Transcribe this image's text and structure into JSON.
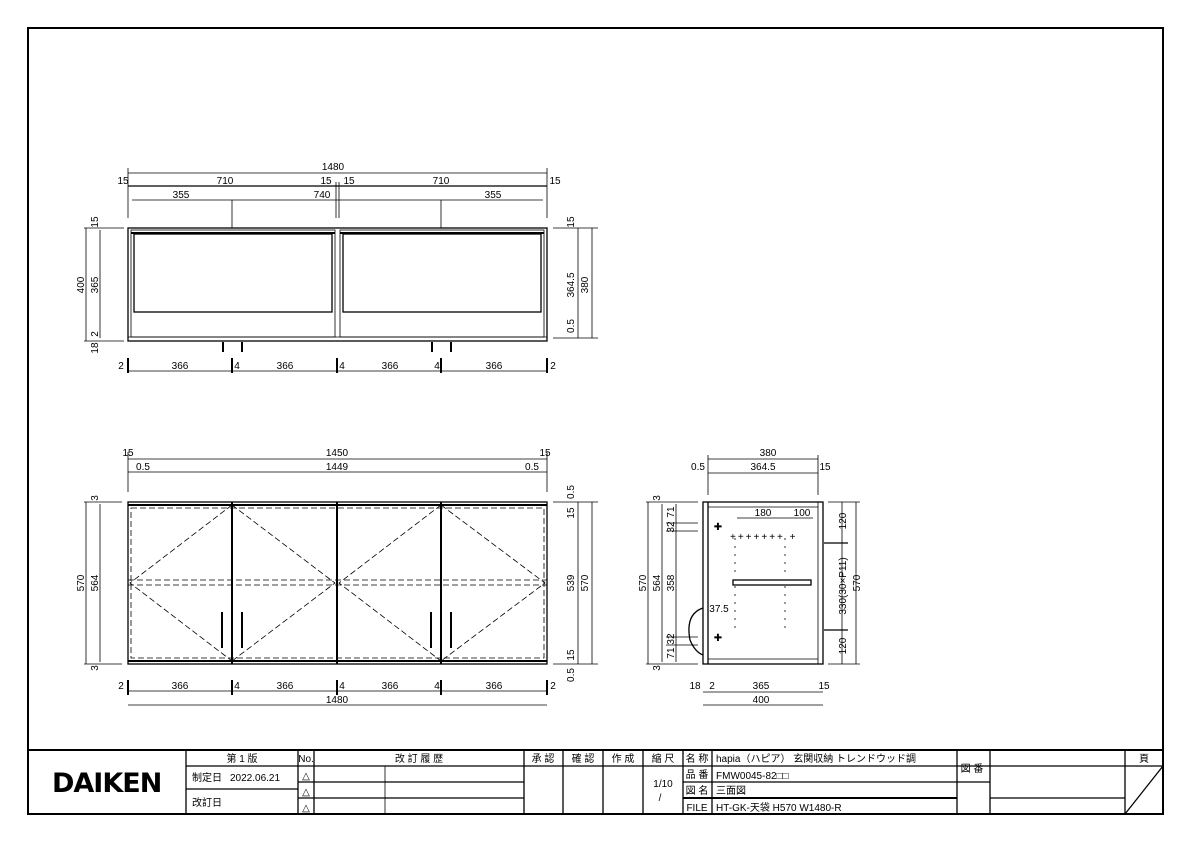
{
  "logo": "DAIKEN",
  "title_block": {
    "edition": "第 1 版",
    "established_label": "制定日",
    "established_date": "2022.06.21",
    "revised_label": "改訂日",
    "no_label": "No.",
    "revision_marks": [
      "△",
      "△",
      "△"
    ],
    "revision_history_label": "改 訂 履 歴",
    "approved_label": "承 認",
    "checked_label": "確 認",
    "created_label": "作 成",
    "scale_label": "縮 尺",
    "scale_value": "1/10",
    "scale_value_2": "/",
    "name_label": "名 称",
    "name_value": "hapia（ハピア） 玄関収納 トレンドウッド調",
    "product_no_label": "品 番",
    "product_no_value": "FMW0045-82□□",
    "drawing_name_label": "図 名",
    "drawing_name_value": "三面図",
    "file_label": "FILE",
    "file_value": "HT-GK-天袋 H570 W1480-R",
    "drawing_no_label": "図 番",
    "page_label": "頁"
  },
  "top_view": {
    "overall": "1480",
    "top_row": [
      "15",
      "710",
      "15",
      "15",
      "710",
      "15"
    ],
    "second_row": [
      "355",
      "740",
      "355"
    ],
    "left": [
      "400",
      "365",
      "15",
      "2",
      "18"
    ],
    "right": [
      "15",
      "364.5",
      "380",
      "0.5"
    ],
    "bottom": [
      "2",
      "366",
      "4",
      "366",
      "4",
      "366",
      "4",
      "366",
      "2"
    ]
  },
  "front_view": {
    "top_row": [
      "15",
      "1450",
      "15"
    ],
    "second_row": [
      "0.5",
      "1449",
      "0.5"
    ],
    "left": [
      "3",
      "570",
      "564",
      "3"
    ],
    "right": [
      "0.5",
      "15",
      "539",
      "570",
      "15",
      "0.5"
    ],
    "bottom": [
      "2",
      "366",
      "4",
      "366",
      "4",
      "366",
      "4",
      "366",
      "2"
    ],
    "overall": "1480"
  },
  "side_view": {
    "top": [
      "380",
      "0.5",
      "364.5",
      "15"
    ],
    "left": [
      "3",
      "570",
      "564",
      "71",
      "32",
      "358",
      "32",
      "71",
      "3"
    ],
    "inner": [
      "180",
      "100",
      "37.5"
    ],
    "right": [
      "120",
      "330(30×P11)",
      "570",
      "120"
    ],
    "bottom": [
      "18",
      "2",
      "365",
      "15",
      "400"
    ]
  }
}
